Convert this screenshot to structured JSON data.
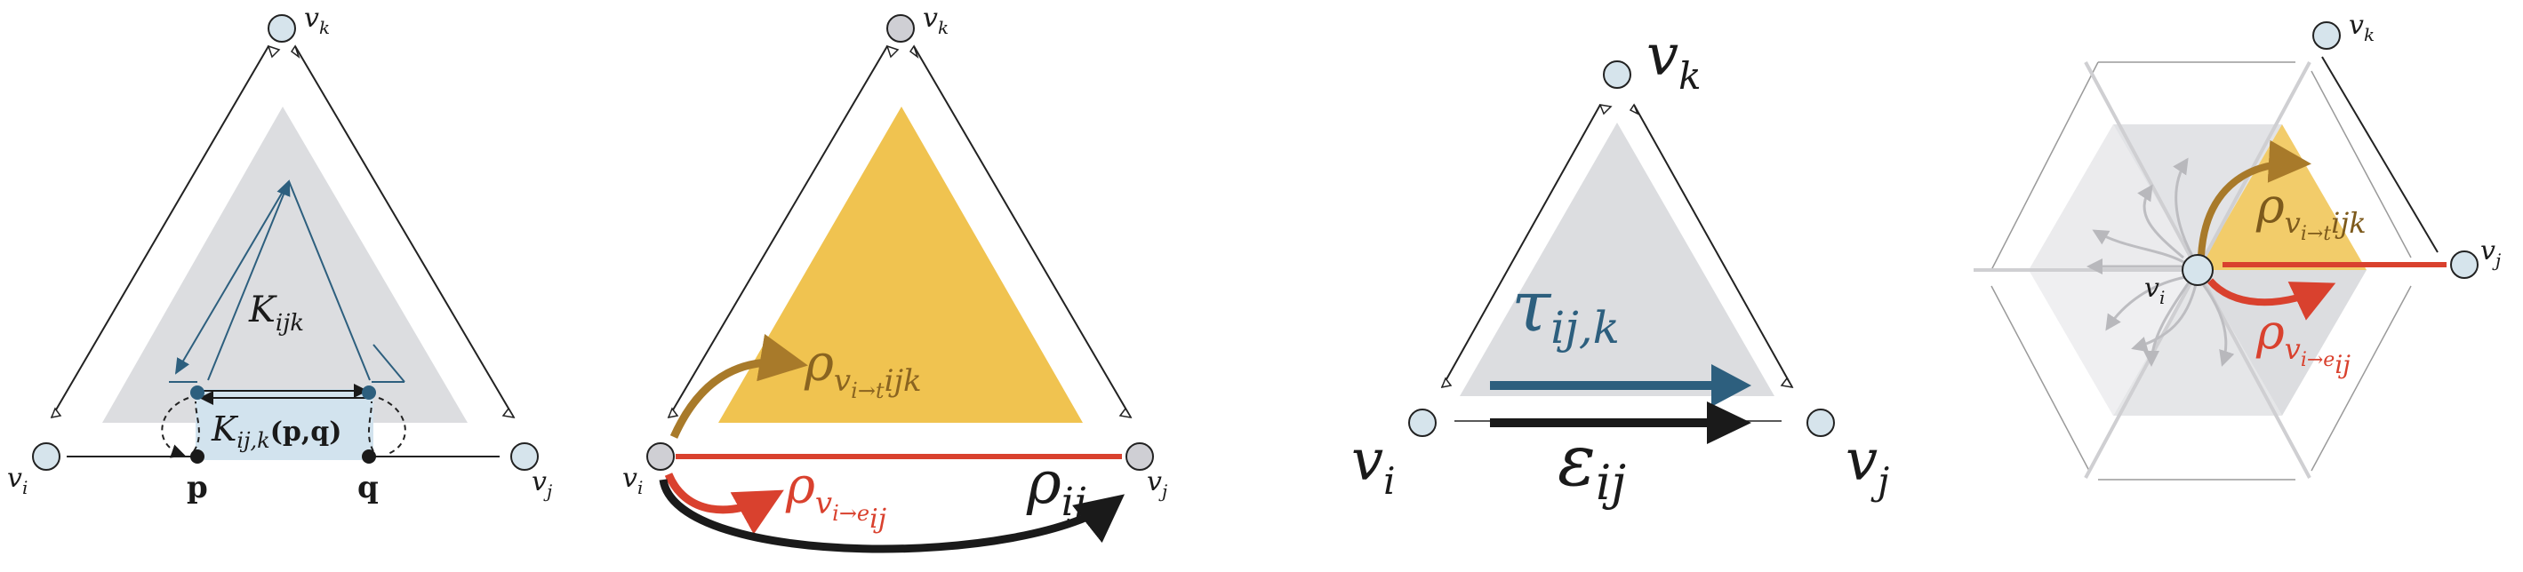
{
  "panel1": {
    "vi": "v",
    "vi_sub": "i",
    "vj": "v",
    "vj_sub": "j",
    "vk": "v",
    "vk_sub": "k",
    "face_label": "K",
    "face_sub": "ijk",
    "edge_label": "K",
    "edge_sub": "ij,k",
    "edge_args": "(p,q)",
    "p": "p",
    "q": "q"
  },
  "panel2": {
    "vi": "v",
    "vi_sub": "i",
    "vj": "v",
    "vj_sub": "j",
    "vk": "v",
    "vk_sub": "k",
    "rho_face": "ρ",
    "rho_face_sub": "v",
    "rho_face_sub2": "i→t",
    "rho_face_sub3": "ijk",
    "rho_edge": "ρ",
    "rho_edge_sub": "v",
    "rho_edge_sub2": "i→e",
    "rho_edge_sub3": "ij",
    "rho_ij": "ρ",
    "rho_ij_sub": "ij"
  },
  "panel3": {
    "vi": "v",
    "vi_sub": "i",
    "vj": "v",
    "vj_sub": "j",
    "vk": "v",
    "vk_sub": "k",
    "tau": "τ",
    "tau_sub": "ij,k",
    "eps": "ε",
    "eps_sub": "ij"
  },
  "panel4": {
    "vi": "v",
    "vi_sub": "i",
    "vj": "v",
    "vj_sub": "j",
    "vk": "v",
    "vk_sub": "k",
    "rho_face": "ρ",
    "rho_face_sub": "v",
    "rho_face_sub2": "i→t",
    "rho_face_sub3": "ijk",
    "rho_edge": "ρ",
    "rho_edge_sub": "v",
    "rho_edge_sub2": "i→e",
    "rho_edge_sub3": "ij"
  },
  "colors": {
    "face_gray": "#dcdde0",
    "face_orange": "#f0c350",
    "blue": "#2d5f7e",
    "red": "#d9412e",
    "brown": "#a87a2a",
    "edge_blue": "#d2e3ee"
  }
}
